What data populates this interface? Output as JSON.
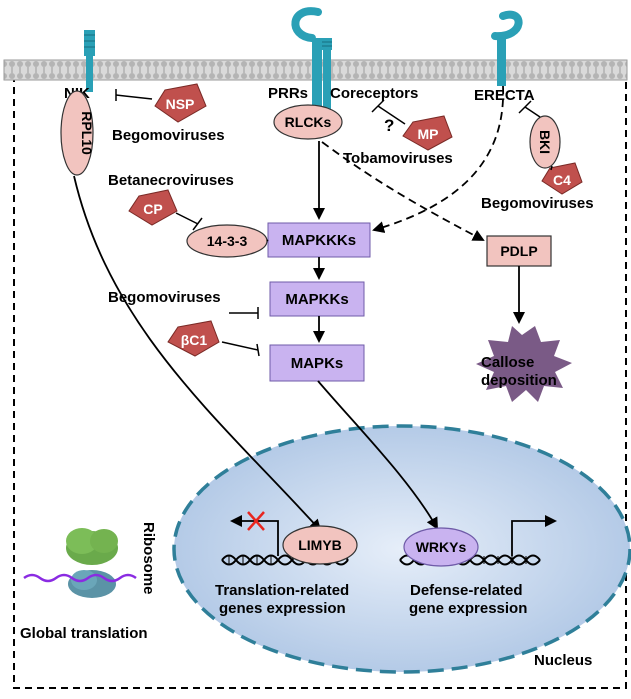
{
  "labels": {
    "nik": "NIK",
    "rpl10": "RPL10",
    "prrs": "PRRs",
    "coreceptors": "Coreceptors",
    "erecta": "ERECTA",
    "rlcks": "RLCKs",
    "question": "?",
    "mp": "MP",
    "nsp": "NSP",
    "bki": "BKI",
    "c4": "C4",
    "begomo_top": "Begomoviruses",
    "tobamo": "Tobamoviruses",
    "begomo_right": "Begomoviruses",
    "betanecro": "Betanecroviruses",
    "cp": "CP",
    "p1433": "14-3-3",
    "mapkkks": "MAPKKKs",
    "mapkks": "MAPKKs",
    "mapks": "MAPKs",
    "begomo_mid": "Begomoviruses",
    "bc1": "βC1",
    "pdlp": "PDLP",
    "callose1": "Callose",
    "callose2": "deposition",
    "limyb": "LIMYB",
    "wrkys": "WRKYs",
    "trans1": "Translation-related",
    "trans2": "genes expression",
    "def1": "Defense-related",
    "def2": "gene expression",
    "ribosome": "Ribosome",
    "global": "Global translation",
    "nucleus": "Nucleus"
  },
  "colors": {
    "viral_protein": "#c0504d",
    "host_oval": "#f2c4bf",
    "kinase_box": "#c9b3f0",
    "receptor": "#2aa0b6",
    "nucleus_fill": "#c9d9ef",
    "nucleus_border": "#2f7f99",
    "callose": "#7a5a86",
    "ribosome_top": "#6aaa4b",
    "ribosome_bottom": "#5b93a6",
    "mrna": "#8a2be2"
  }
}
